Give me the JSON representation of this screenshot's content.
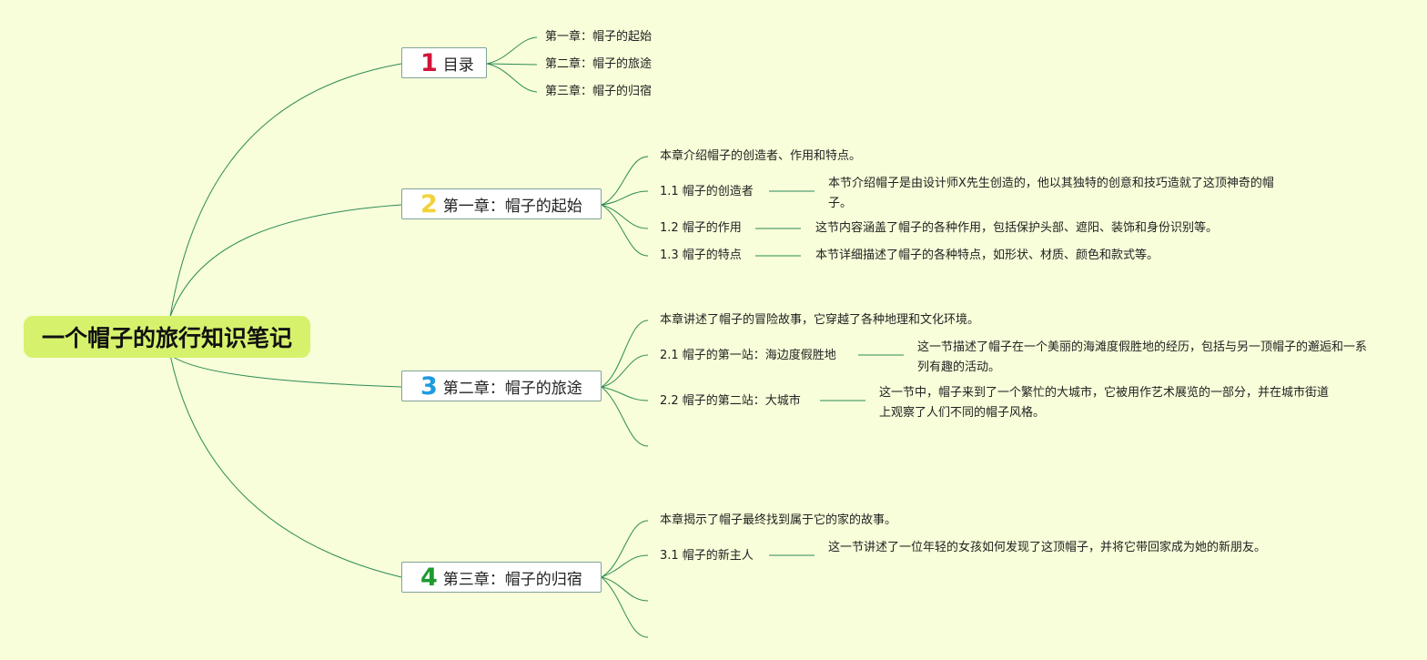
{
  "root": "一个帽子的旅行知识笔记",
  "colors": {
    "background": "#f7fed9",
    "root": "#d6f26d",
    "link": "#2e8b57",
    "n1": "#d1153a",
    "n2": "#f2d23c",
    "n3": "#1e9ae0",
    "n4": "#1e9a2e"
  },
  "branches": [
    {
      "num": "1",
      "label": "目录",
      "items": [
        "第一章：帽子的起始",
        "第二章：帽子的旅途",
        "第三章：帽子的归宿"
      ]
    },
    {
      "num": "2",
      "label": "第一章：帽子的起始",
      "intro": "本章介绍帽子的创造者、作用和特点。",
      "sections": [
        {
          "title": "1.1 帽子的创造者",
          "desc": "本节介绍帽子是由设计师X先生创造的，他以其独特的创意和技巧造就了这顶神奇的帽子。"
        },
        {
          "title": "1.2 帽子的作用",
          "desc": "这节内容涵盖了帽子的各种作用，包括保护头部、遮阳、装饰和身份识别等。"
        },
        {
          "title": "1.3 帽子的特点",
          "desc": "本节详细描述了帽子的各种特点，如形状、材质、颜色和款式等。"
        }
      ]
    },
    {
      "num": "3",
      "label": "第二章：帽子的旅途",
      "intro": "本章讲述了帽子的冒险故事，它穿越了各种地理和文化环境。",
      "sections": [
        {
          "title": "2.1 帽子的第一站：海边度假胜地",
          "desc": "这一节描述了帽子在一个美丽的海滩度假胜地的经历，包括与另一顶帽子的邂逅和一系列有趣的活动。"
        },
        {
          "title": "2.2 帽子的第二站：大城市",
          "desc": "这一节中，帽子来到了一个繁忙的大城市，它被用作艺术展览的一部分，并在城市街道上观察了人们不同的帽子风格。"
        }
      ]
    },
    {
      "num": "4",
      "label": "第三章：帽子的归宿",
      "intro": "本章揭示了帽子最终找到属于它的家的故事。",
      "sections": [
        {
          "title": "3.1 帽子的新主人",
          "desc": "这一节讲述了一位年轻的女孩如何发现了这顶帽子，并将它带回家成为她的新朋友。"
        }
      ]
    }
  ]
}
